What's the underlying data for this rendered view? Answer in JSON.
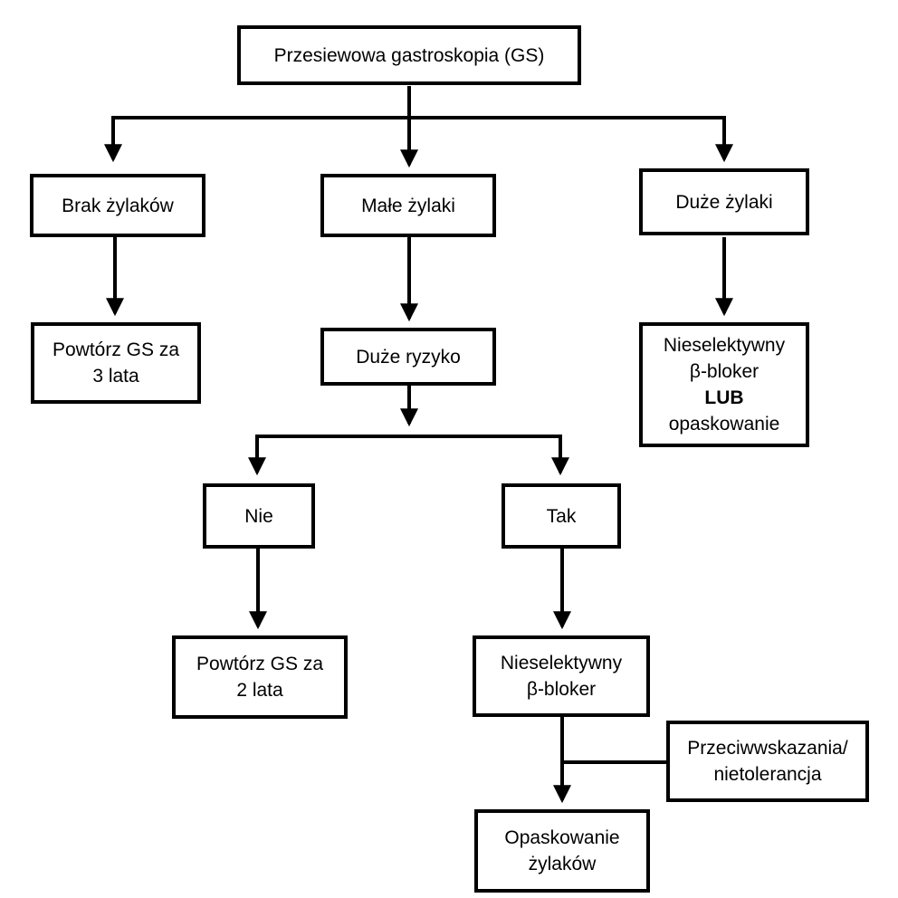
{
  "colors": {
    "line": "#000000",
    "box_border": "#000000",
    "background": "#ffffff"
  },
  "nodes": {
    "screening": {
      "text": "Przesiewowa gastroskopia (GS)"
    },
    "no_varices": {
      "text": "Brak żylaków"
    },
    "small_varices": {
      "text": "Małe żylaki"
    },
    "large_varices": {
      "text": "Duże żylaki"
    },
    "repeat_3": {
      "line1": "Powtórz GS za",
      "line2": "3 lata"
    },
    "high_risk": {
      "text": "Duże ryzyko"
    },
    "large_treatment": {
      "line1": "Nieselektywny",
      "line2": "β-bloker",
      "line3": "LUB",
      "line4": "opaskowanie"
    },
    "no": {
      "text": "Nie"
    },
    "yes": {
      "text": "Tak"
    },
    "repeat_2": {
      "line1": "Powtórz GS za",
      "line2": "2 lata"
    },
    "beta_blocker": {
      "line1": "Nieselektywny",
      "line2": "β-bloker"
    },
    "contraindication": {
      "line1": "Przeciwwskazania/",
      "line2": "nietolerancja"
    },
    "banding": {
      "line1": "Opaskowanie",
      "line2": "żylaków"
    }
  }
}
